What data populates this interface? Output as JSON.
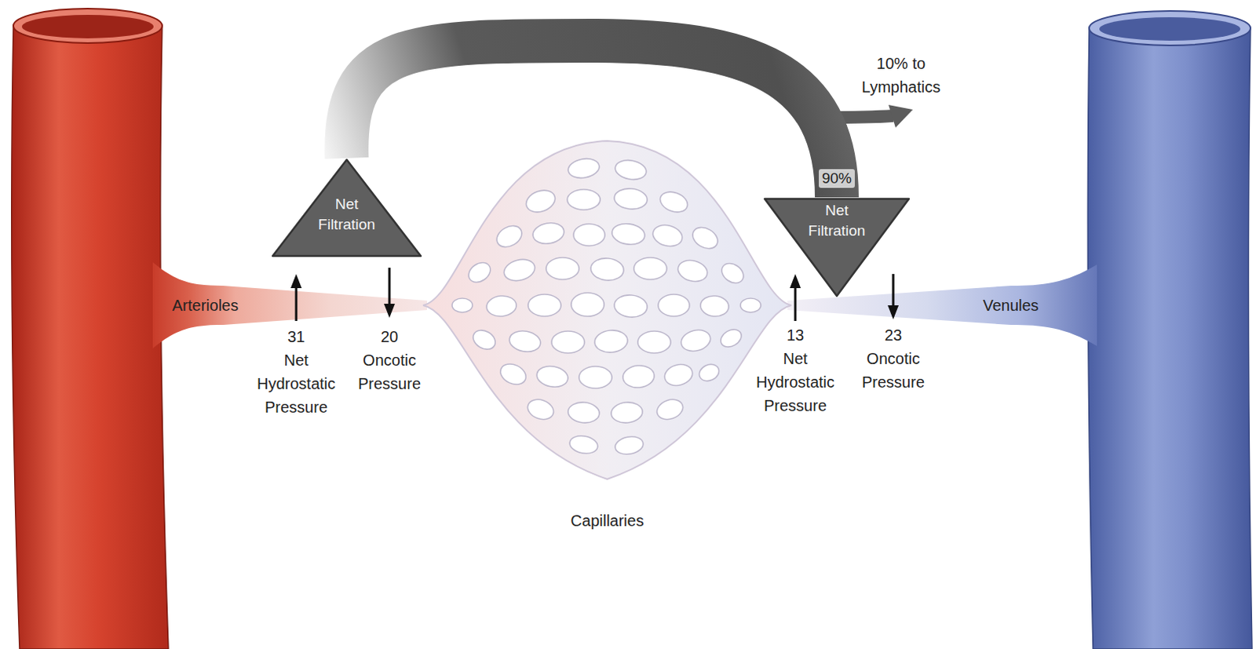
{
  "diagram": {
    "nodes": [
      {
        "text": [
          "Net Filtration"
        ]
      },
      {
        "text": [
          "Net Filtration"
        ]
      }
    ],
    "edges": [
      {
        "from": 0,
        "to": 1,
        "arrow": "none",
        "label": "90%"
      }
    ],
    "labels": [
      "10% to Lymphatics",
      "Arterioles",
      "31",
      "Net Hydrostatic Pressure",
      "20",
      "Oncotic Pressure",
      "13",
      "Net Hydrostatic Pressure",
      "23",
      "Oncotic Pressure",
      "Capillaries",
      "Venules"
    ]
  }
}
